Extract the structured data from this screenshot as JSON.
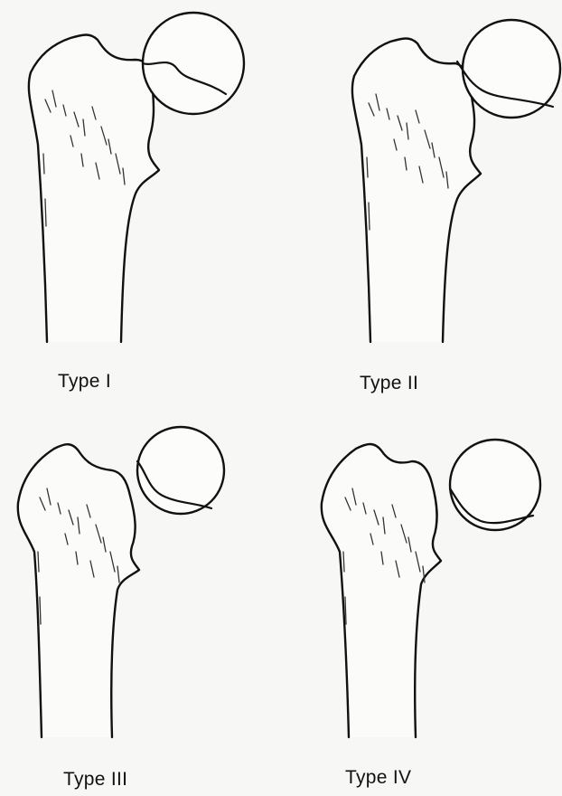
{
  "panels": [
    {
      "label": "Type I"
    },
    {
      "label": "Type II"
    },
    {
      "label": "Type III"
    },
    {
      "label": "Type IV"
    }
  ]
}
